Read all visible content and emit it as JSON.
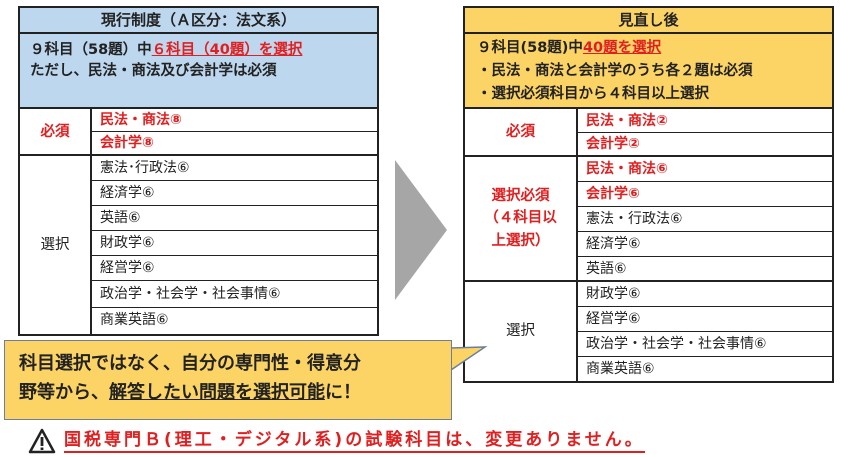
{
  "current": {
    "title": "現行制度（Ａ区分：法文系）",
    "desc_prefix": "９科目（58題）中",
    "desc_red": "６科目（40題）を選択",
    "desc_line2": "ただし、民法・商法及び会計学は必須",
    "required_label": "必須",
    "required": [
      "民法・商法⑧",
      "会計学⑧"
    ],
    "elective_label": "選択",
    "electives": [
      "憲法･行政法⑥",
      "経済学⑥",
      "英語⑥",
      "財政学⑥",
      "経営学⑥",
      "政治学・社会学・社会事情⑥",
      "商業英語⑥"
    ]
  },
  "revised": {
    "title": "見直し後",
    "desc_prefix": "９科目(58題)中",
    "desc_red": "40題を選択",
    "desc_line2": "・民法・商法と会計学のうち各２題は必須",
    "desc_line3": "・選択必須科目から４科目以上選択",
    "required_label": "必須",
    "required": [
      "民法・商法②",
      "会計学②"
    ],
    "sel_required_label": "選択必須",
    "sel_required_sub": "（４科目以上選択）",
    "sel_required": [
      "民法・商法⑥",
      "会計学⑥",
      "憲法・行政法⑥",
      "経済学⑥",
      "英語⑥"
    ],
    "elective_label": "選択",
    "electives": [
      "財政学⑥",
      "経営学⑥",
      "政治学・社会学・社会事情⑥",
      "商業英語⑥"
    ]
  },
  "callout": {
    "line1": "科目選択ではなく、自分の専門性・得意分",
    "line2_prefix": "野等から、",
    "line2_ul": "解答したい問題を選択可能",
    "line2_suffix": "に！"
  },
  "note": {
    "text": "国税専門Ｂ(理工・デジタル系)の試験科目は、変更ありません。"
  },
  "colors": {
    "current_bg": "#bdd7ee",
    "revised_bg": "#fcd466",
    "red": "#e02020"
  }
}
